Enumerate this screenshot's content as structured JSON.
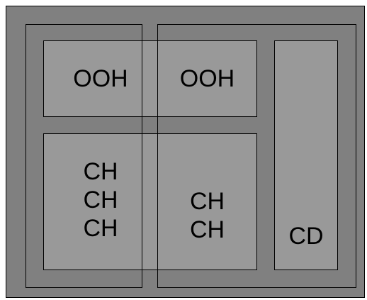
{
  "colors": {
    "background": "#808080",
    "box_fill": "#999999",
    "outline": "#000000"
  },
  "boxes": {
    "top_left": "OOH",
    "top_middle": "OOH",
    "bottom_left": [
      "CH",
      "CH",
      "CH"
    ],
    "bottom_middle": [
      "CH",
      "CH"
    ],
    "right": "CD"
  }
}
